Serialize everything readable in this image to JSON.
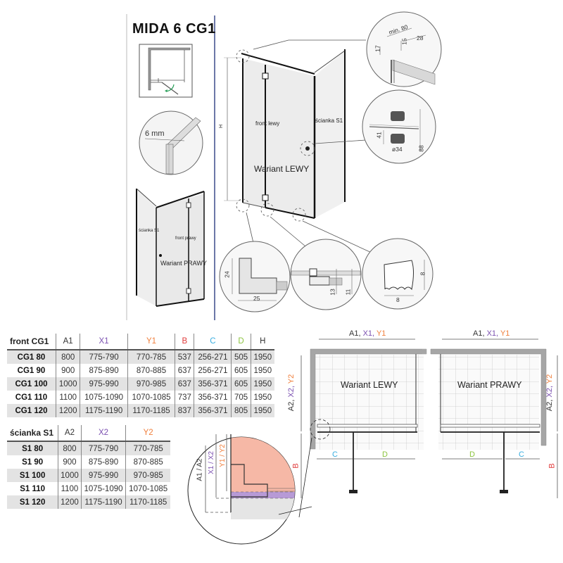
{
  "title": "MIDA 6 CG1",
  "colors": {
    "A": "#333333",
    "X": "#7a4fb0",
    "Y": "#f07f3c",
    "B": "#e03a3a",
    "C": "#39aee0",
    "D": "#8cc43f",
    "H": "#333333",
    "wall_highlight": "#f6b8a6",
    "seal_purple": "#b79ad6"
  },
  "details": {
    "glass_thickness": "6 mm",
    "top_bracket": {
      "min": "min. 80",
      "d17": "17",
      "d15": "15",
      "d28": "28"
    },
    "handle": {
      "d41": "41",
      "d34": "ø34",
      "d88": "88"
    },
    "wall_profile": {
      "height": "24",
      "width": "25"
    },
    "bottom_seal": {
      "d13": "13",
      "d11": "11"
    },
    "gasket": {
      "height": "8",
      "width": "8"
    }
  },
  "perspective_left": {
    "label_front": "front lewy",
    "label_wall": "ścianka S1",
    "variant": "Wariant LEWY",
    "height_label": "H"
  },
  "perspective_right": {
    "label_front": "front prawy",
    "label_wall": "ścianka S1",
    "variant": "Wariant PRAWY"
  },
  "table_front": {
    "headers": [
      "front CG1",
      "A1",
      "X1",
      "Y1",
      "B",
      "C",
      "D",
      "H"
    ],
    "rows": [
      [
        "CG1 80",
        "800",
        "775-790",
        "770-785",
        "537",
        "256-271",
        "505",
        "1950"
      ],
      [
        "CG1 90",
        "900",
        "875-890",
        "870-885",
        "637",
        "256-271",
        "605",
        "1950"
      ],
      [
        "CG1 100",
        "1000",
        "975-990",
        "970-985",
        "637",
        "356-371",
        "605",
        "1950"
      ],
      [
        "CG1 110",
        "1100",
        "1075-1090",
        "1070-1085",
        "737",
        "356-371",
        "705",
        "1950"
      ],
      [
        "CG1 120",
        "1200",
        "1175-1190",
        "1170-1185",
        "837",
        "356-371",
        "805",
        "1950"
      ]
    ]
  },
  "table_wall": {
    "headers": [
      "ścianka S1",
      "A2",
      "X2",
      "Y2"
    ],
    "rows": [
      [
        "S1 80",
        "800",
        "775-790",
        "770-785"
      ],
      [
        "S1 90",
        "900",
        "875-890",
        "870-885"
      ],
      [
        "S1 100",
        "1000",
        "975-990",
        "970-985"
      ],
      [
        "S1 110",
        "1100",
        "1075-1090",
        "1070-1085"
      ],
      [
        "S1 120",
        "1200",
        "1175-1190",
        "1170-1185"
      ]
    ]
  },
  "plan_left": {
    "variant": "Wariant LEWY",
    "top_dim": [
      "A1, ",
      "X1, ",
      "Y1"
    ],
    "side_dim": [
      "A2, ",
      "X2, ",
      "Y2"
    ],
    "b": "B",
    "c": "C",
    "d": "D"
  },
  "plan_right": {
    "variant": "Wariant PRAWY",
    "top_dim": [
      "A1, ",
      "X1, ",
      "Y1"
    ],
    "side_dim": [
      "A2, ",
      "X2, ",
      "Y2"
    ],
    "b": "B",
    "c": "C",
    "d": "D"
  },
  "zoom_detail": {
    "a": "A1 / A2",
    "x": "X1 / X2",
    "y": "Y1 / Y2"
  }
}
